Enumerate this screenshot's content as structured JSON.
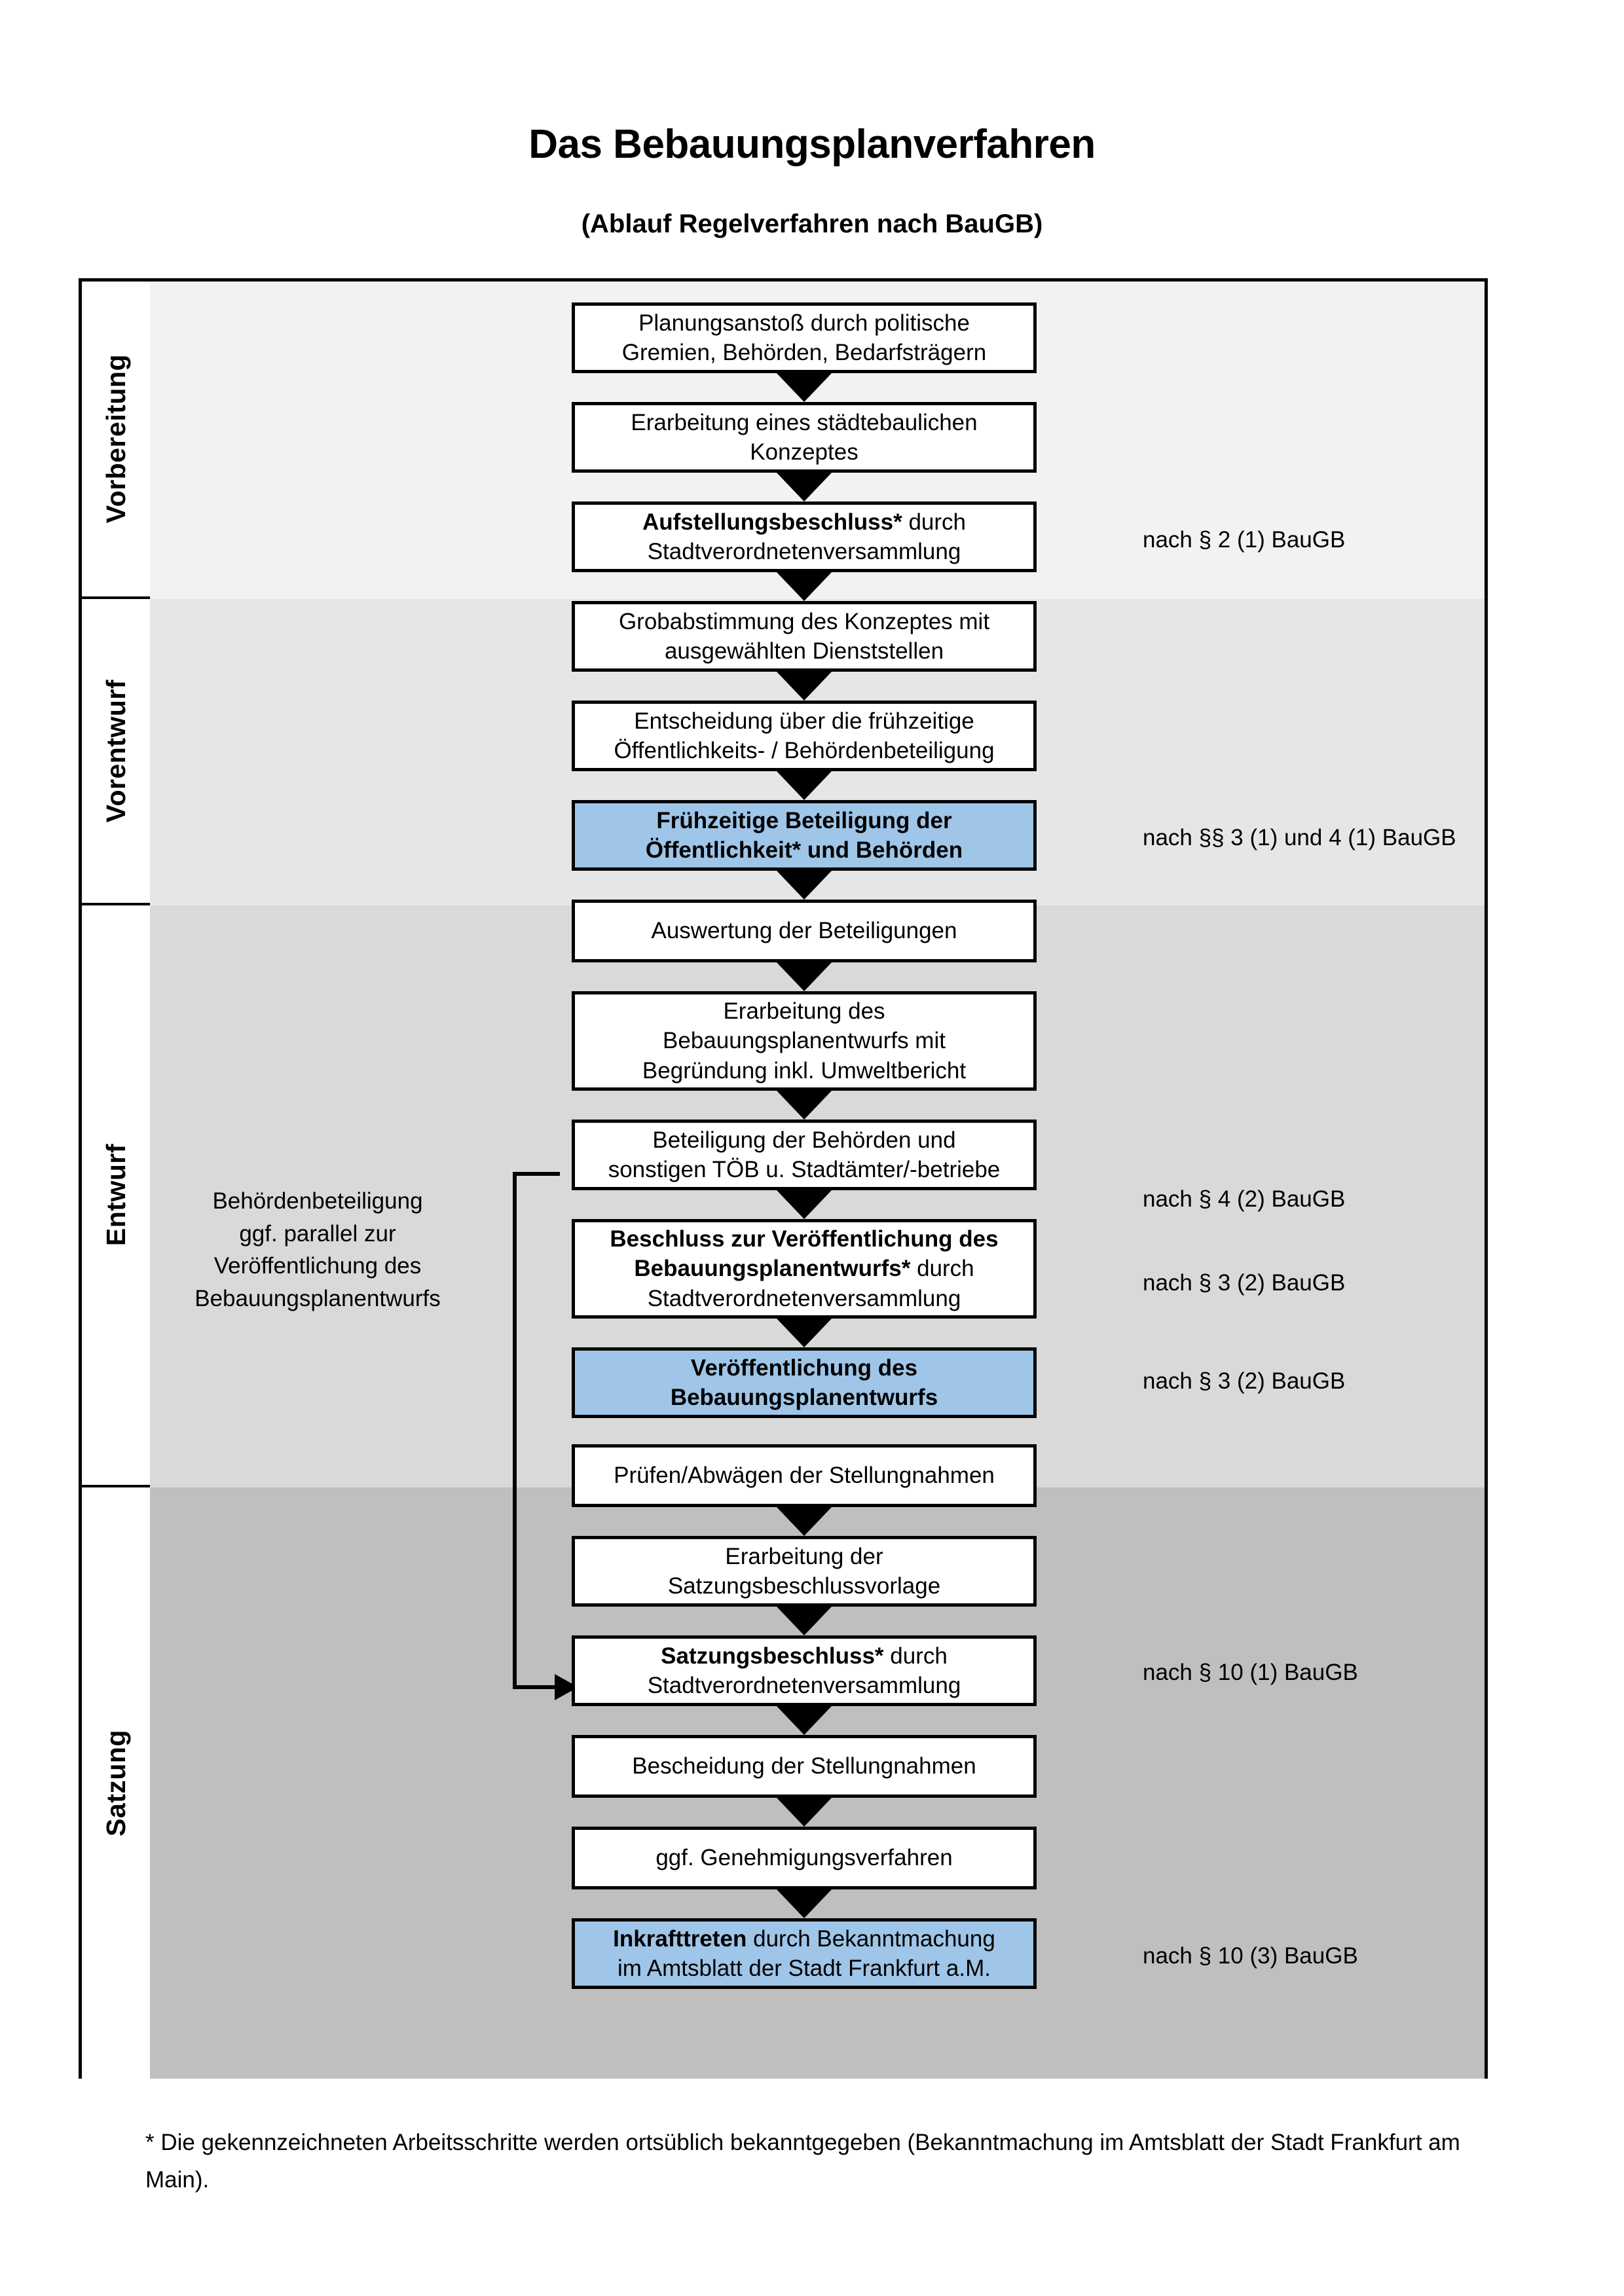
{
  "title": "Das Bebauungsplanverfahren",
  "subtitle": "(Ablauf Regelverfahren nach BauGB)",
  "colors": {
    "highlight_blue": "#9FC5E8",
    "band_vorbereitung": "#F2F2F2",
    "band_vorentwurf": "#E6E6E6",
    "band_entwurf": "#D9D9D9",
    "band_satzung": "#BFBFBF",
    "line": "#000000"
  },
  "phases": [
    {
      "label": "Vorbereitung"
    },
    {
      "label": "Vorentwurf"
    },
    {
      "label": "Entwurf"
    },
    {
      "label": "Satzung"
    }
  ],
  "nodes": [
    {
      "id": "planungsanstoss",
      "phase": "Vorbereitung",
      "highlight": false,
      "lines": [
        {
          "text": "Planungsanstoß durch politische",
          "bold": false
        },
        {
          "text": "Gremien, Behörden, Bedarfsträgern",
          "bold": false
        }
      ]
    },
    {
      "id": "konzept",
      "phase": "Vorbereitung",
      "highlight": false,
      "lines": [
        {
          "text": "Erarbeitung eines städtebaulichen",
          "bold": false
        },
        {
          "text": "Konzeptes",
          "bold": false
        }
      ]
    },
    {
      "id": "aufstellungsbeschluss",
      "phase": "Vorbereitung",
      "highlight": false,
      "lines": [
        {
          "text": "Aufstellungsbeschluss*",
          "bold": true,
          "suffix": " durch"
        },
        {
          "text": "Stadtverordnetenversammlung",
          "bold": false
        }
      ]
    },
    {
      "id": "grobabstimmung",
      "phase": "Vorentwurf",
      "highlight": false,
      "lines": [
        {
          "text": "Grobabstimmung des Konzeptes mit",
          "bold": false
        },
        {
          "text": "ausgewählten Dienststellen",
          "bold": false
        }
      ]
    },
    {
      "id": "entscheidung-fruehzeitig",
      "phase": "Vorentwurf",
      "highlight": false,
      "lines": [
        {
          "text": "Entscheidung über die frühzeitige",
          "bold": false
        },
        {
          "text": "Öffentlichkeits- / Behördenbeteiligung",
          "bold": false
        }
      ]
    },
    {
      "id": "fruehzeitige-beteiligung",
      "phase": "Vorentwurf",
      "highlight": true,
      "lines": [
        {
          "text": "Frühzeitige Beteiligung der",
          "bold": true
        },
        {
          "text": "Öffentlichkeit* und Behörden",
          "bold": true
        }
      ]
    },
    {
      "id": "auswertung",
      "phase": "Entwurf",
      "highlight": false,
      "lines": [
        {
          "text": "Auswertung der Beteiligungen",
          "bold": false
        }
      ]
    },
    {
      "id": "erarbeitung-entwurf",
      "phase": "Entwurf",
      "highlight": false,
      "lines": [
        {
          "text": "Erarbeitung des",
          "bold": false
        },
        {
          "text": "Bebauungsplanentwurfs mit",
          "bold": false
        },
        {
          "text": "Begründung inkl. Umweltbericht",
          "bold": false
        }
      ]
    },
    {
      "id": "beteiligung-behoerden",
      "phase": "Entwurf",
      "highlight": false,
      "lines": [
        {
          "text": "Beteiligung der Behörden und",
          "bold": false
        },
        {
          "text": "sonstigen TÖB u. Stadtämter/-betriebe",
          "bold": false
        }
      ]
    },
    {
      "id": "beschluss-veroeffentlichung",
      "phase": "Entwurf",
      "highlight": false,
      "lines": [
        {
          "text": "Beschluss zur Veröffentlichung des",
          "bold": true
        },
        {
          "text": "Bebauungsplanentwurfs*",
          "bold": true,
          "suffix": " durch"
        },
        {
          "text": "Stadtverordnetenversammlung",
          "bold": false
        }
      ]
    },
    {
      "id": "veroeffentlichung",
      "phase": "Entwurf",
      "highlight": true,
      "lines": [
        {
          "text": "Veröffentlichung des",
          "bold": true
        },
        {
          "text": "Bebauungsplanentwurfs",
          "bold": true
        }
      ]
    },
    {
      "id": "pruefen-abwaegen",
      "phase": "Satzung",
      "highlight": false,
      "lines": [
        {
          "text": "Prüfen/Abwägen der Stellungnahmen",
          "bold": false
        }
      ]
    },
    {
      "id": "satzungsbeschlussvorlage",
      "phase": "Satzung",
      "highlight": false,
      "lines": [
        {
          "text": "Erarbeitung der",
          "bold": false
        },
        {
          "text": "Satzungsbeschlussvorlage",
          "bold": false
        }
      ]
    },
    {
      "id": "satzungsbeschluss",
      "phase": "Satzung",
      "highlight": false,
      "lines": [
        {
          "text": "Satzungsbeschluss*",
          "bold": true,
          "suffix": " durch"
        },
        {
          "text": "Stadtverordnetenversammlung",
          "bold": false
        }
      ]
    },
    {
      "id": "bescheidung",
      "phase": "Satzung",
      "highlight": false,
      "lines": [
        {
          "text": "Bescheidung der Stellungnahmen",
          "bold": false
        }
      ]
    },
    {
      "id": "genehmigungsverfahren",
      "phase": "Satzung",
      "highlight": false,
      "lines": [
        {
          "text": "ggf. Genehmigungsverfahren",
          "bold": false
        }
      ]
    },
    {
      "id": "inkrafttreten",
      "phase": "Satzung",
      "highlight": true,
      "lines": [
        {
          "text": "Inkrafttreten",
          "bold": true,
          "suffix": " durch Bekanntmachung"
        },
        {
          "text": "im Amtsblatt der Stadt Frankfurt a.M.",
          "bold": false
        }
      ]
    }
  ],
  "side_note": {
    "lines": [
      "Behördenbeteiligung",
      "ggf. parallel zur",
      "Veröffentlichung des",
      "Bebauungsplanentwurfs"
    ]
  },
  "references": [
    {
      "id": "ref-par2-1",
      "text": "nach § 2 (1) BauGB"
    },
    {
      "id": "ref-par3-1-4-1",
      "text": "nach §§ 3 (1) und 4 (1) BauGB"
    },
    {
      "id": "ref-par4-2",
      "text": "nach § 4 (2) BauGB"
    },
    {
      "id": "ref-par3-2-a",
      "text": "nach § 3 (2) BauGB"
    },
    {
      "id": "ref-par3-2-b",
      "text": "nach § 3 (2) BauGB"
    },
    {
      "id": "ref-par10-1",
      "text": "nach § 10 (1) BauGB"
    },
    {
      "id": "ref-par10-3",
      "text": "nach § 10 (3) BauGB"
    }
  ],
  "footnote": "* Die gekennzeichneten Arbeitsschritte werden ortsüblich bekanntgegeben (Bekanntmachung im Amtsblatt  der Stadt Frankfurt am Main)."
}
